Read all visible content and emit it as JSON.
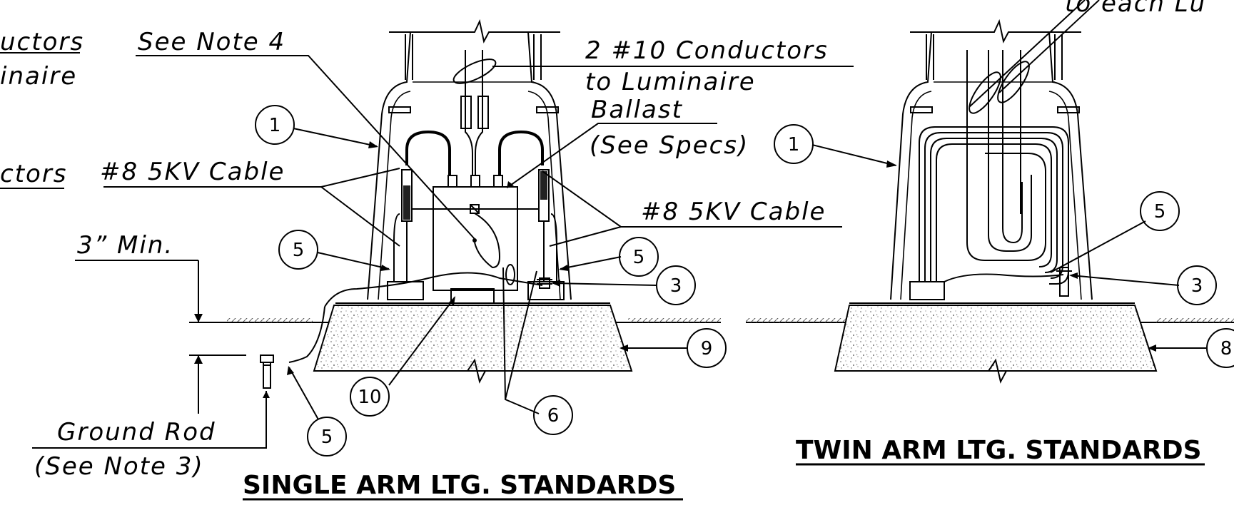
{
  "labels": {
    "conductors_top_left": "uctors",
    "luminaire_top_left": "inaire",
    "conductors_mid_left": "ctors",
    "see_note_4": "See Note 4",
    "conductors_2_10": "2 #10 Conductors",
    "to_luminaire": "to Luminaire",
    "ballast": "Ballast",
    "see_specs": "(See Specs)",
    "cable_left": "#8 5KV Cable",
    "cable_right": "#8 5KV Cable",
    "min_3": "3” Min.",
    "ground_rod": "Ground Rod",
    "see_note_3": "(See Note 3)",
    "to_each_lu": "to each Lu"
  },
  "titles": {
    "single": "SINGLE ARM LTG. STANDARDS",
    "twin": "TWIN ARM LTG. STANDARDS"
  },
  "callouts": {
    "c1a": "1",
    "c5a": "5",
    "c5b": "5",
    "c3a": "3",
    "c9": "9",
    "c10": "10",
    "c6": "6",
    "c5c": "5",
    "c1b": "1",
    "c5d": "5",
    "c3b": "3",
    "c8": "8"
  }
}
